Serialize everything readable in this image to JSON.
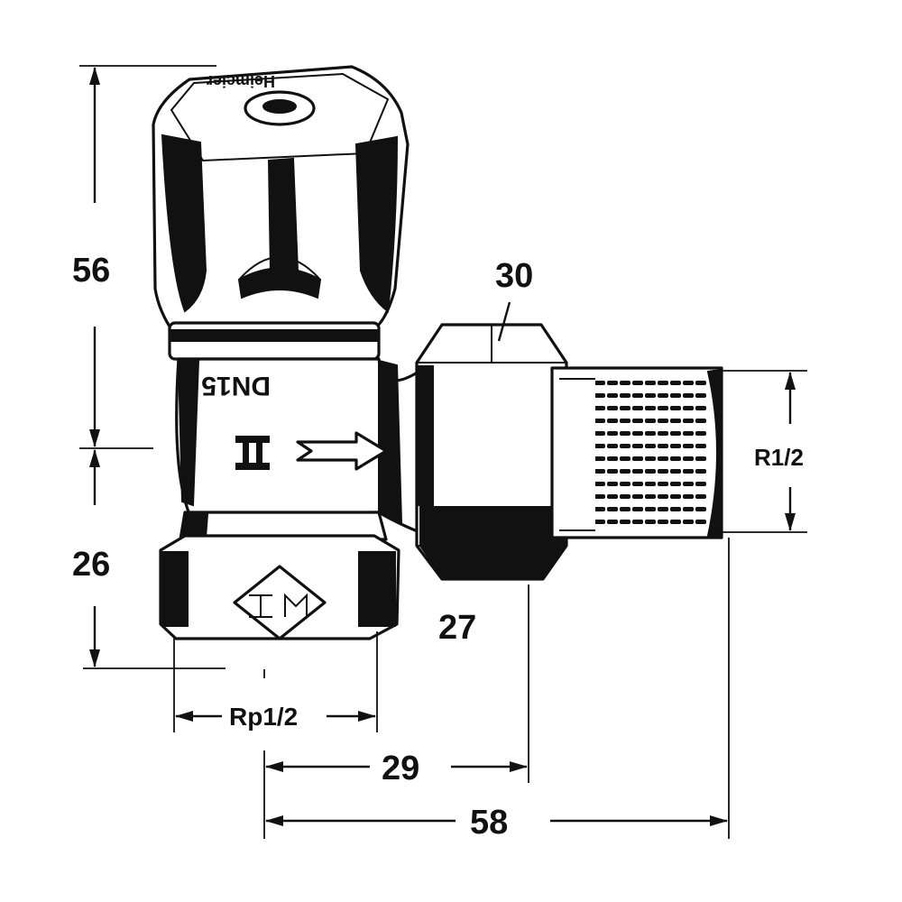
{
  "dimensions": {
    "height_top": "56",
    "height_bottom": "26",
    "nut_width": "30",
    "nut_offset": "27",
    "thread_outlet": "R1/2",
    "thread_inlet": "Rp1/2",
    "offset_short": "29",
    "offset_total": "58"
  },
  "markings": {
    "cap_brand": "Heimeier",
    "body_size": "DN15"
  },
  "colors": {
    "ink": "#111111",
    "paper": "#ffffff"
  },
  "icons": [
    "flow-arrow-icon",
    "heimeier-logo-icon",
    "roman-two-mark-icon"
  ]
}
